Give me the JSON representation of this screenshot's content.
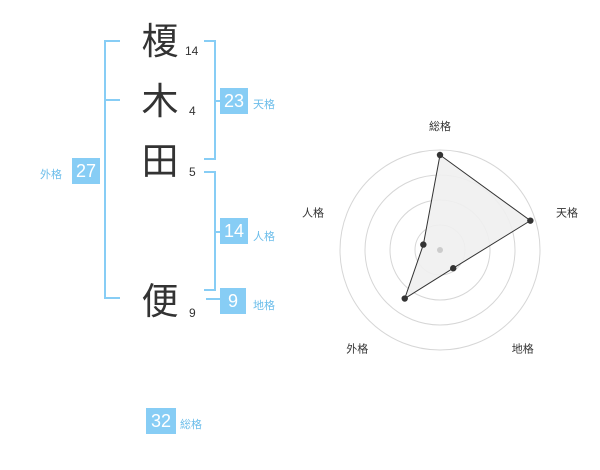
{
  "name": {
    "chars": [
      {
        "char": "榎",
        "strokes": "14"
      },
      {
        "char": "木",
        "strokes": "4"
      },
      {
        "char": "田",
        "strokes": "5"
      },
      {
        "char": "便",
        "strokes": "9"
      }
    ]
  },
  "kaku": {
    "tenkaku": {
      "value": "23",
      "label": "天格"
    },
    "jinkaku": {
      "value": "14",
      "label": "人格"
    },
    "chikaku": {
      "value": "9",
      "label": "地格"
    },
    "gaikaku": {
      "value": "27",
      "label": "外格"
    },
    "soukaku": {
      "value": "32",
      "label": "総格"
    }
  },
  "colors": {
    "accent": "#87cdf5",
    "label": "#6bbdea",
    "text": "#333333",
    "point": "#333333",
    "fill": "#f0f0f0"
  },
  "chart_data": {
    "type": "radar",
    "axes": [
      "総格",
      "天格",
      "地格",
      "外格",
      "人格"
    ],
    "rings": 4,
    "values": [
      3.8,
      3.8,
      0.9,
      2.4,
      0.7
    ],
    "max": 4
  }
}
